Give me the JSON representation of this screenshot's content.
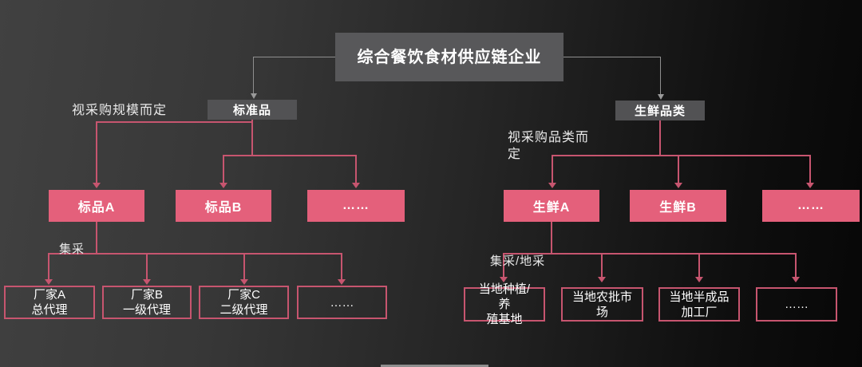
{
  "slide": {
    "root": {
      "label": "综合餐饮食材供应链企业"
    },
    "standard_branch": {
      "label": "标准品",
      "note": "视采购规模而定",
      "link_note": "集采",
      "children": [
        "标品A",
        "标品B",
        "……"
      ],
      "suppliers": [
        {
          "lines": [
            "厂家A",
            "总代理"
          ]
        },
        {
          "lines": [
            "厂家B",
            "一级代理"
          ]
        },
        {
          "lines": [
            "厂家C",
            "二级代理"
          ]
        },
        {
          "lines": [
            "……"
          ]
        }
      ]
    },
    "fresh_branch": {
      "label": "生鲜品类",
      "note_lines": [
        "视采购品类而",
        "定"
      ],
      "link_note": "集采/地采",
      "children": [
        "生鲜A",
        "生鲜B",
        "……"
      ],
      "suppliers": [
        {
          "lines": [
            "当地种植/",
            "养",
            "殖基地"
          ]
        },
        {
          "lines": [
            "当地农批市",
            "场"
          ]
        },
        {
          "lines": [
            "当地半成品",
            "加工厂"
          ]
        },
        {
          "lines": [
            "……"
          ]
        }
      ]
    },
    "colors": {
      "background_left": "#3e3e3e",
      "background_right": "#090909",
      "gray_node_fill": "#58585a",
      "pink_node_fill": "#e4607b",
      "pink_line": "#c7556f",
      "gray_line": "#8f8f8f",
      "text": "#ffffff"
    }
  }
}
